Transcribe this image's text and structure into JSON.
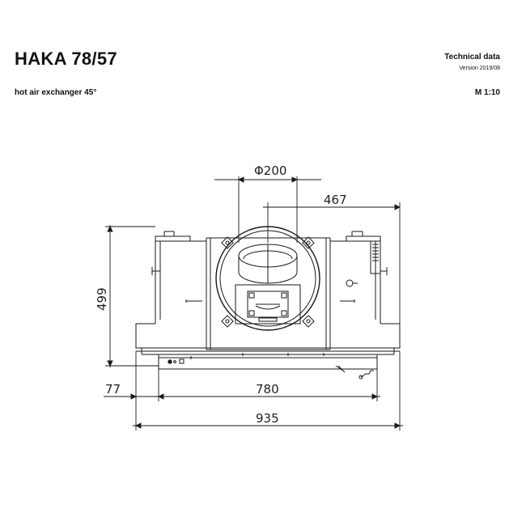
{
  "header": {
    "title": "HAKA 78/57",
    "subtitle": "hot air exchanger 45°",
    "doc_type": "Technical data",
    "version": "Version 2019/08",
    "scale": "M 1:10"
  },
  "dimensions": {
    "pipe_diameter": "Φ200",
    "offset_right": "467",
    "height": "499",
    "left_margin": "77",
    "inner_width": "780",
    "total_width": "935"
  },
  "colors": {
    "line": "#1a1a1a",
    "background": "#ffffff"
  }
}
